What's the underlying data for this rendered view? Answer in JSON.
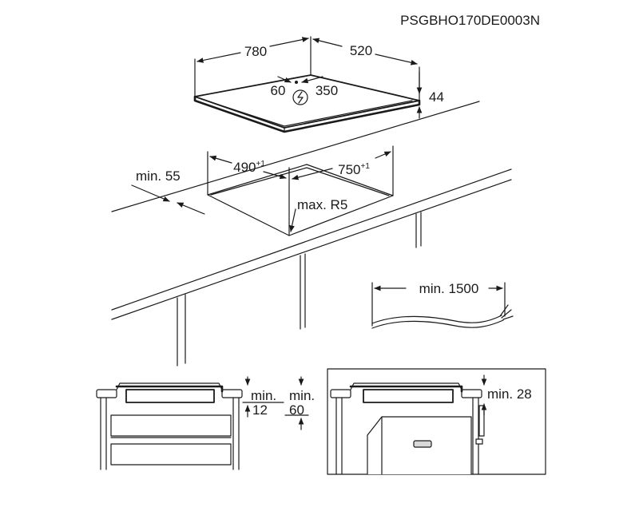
{
  "document_code": "PSGBHO170DE0003N",
  "hob": {
    "width": "780",
    "depth": "520",
    "height": "44",
    "cable_left": "60",
    "cable_right": "350"
  },
  "cutout": {
    "width": "490",
    "width_tol": "+1",
    "depth": "750",
    "depth_tol": "+1",
    "edge_min": "min. 55",
    "corner_radius": "max. R5"
  },
  "cable": {
    "length": "min. 1500"
  },
  "section_left": {
    "gap_label": "min.",
    "gap_value": "12",
    "clearance_label": "min.",
    "clearance_value": "60"
  },
  "section_right": {
    "clearance": "min. 28"
  }
}
